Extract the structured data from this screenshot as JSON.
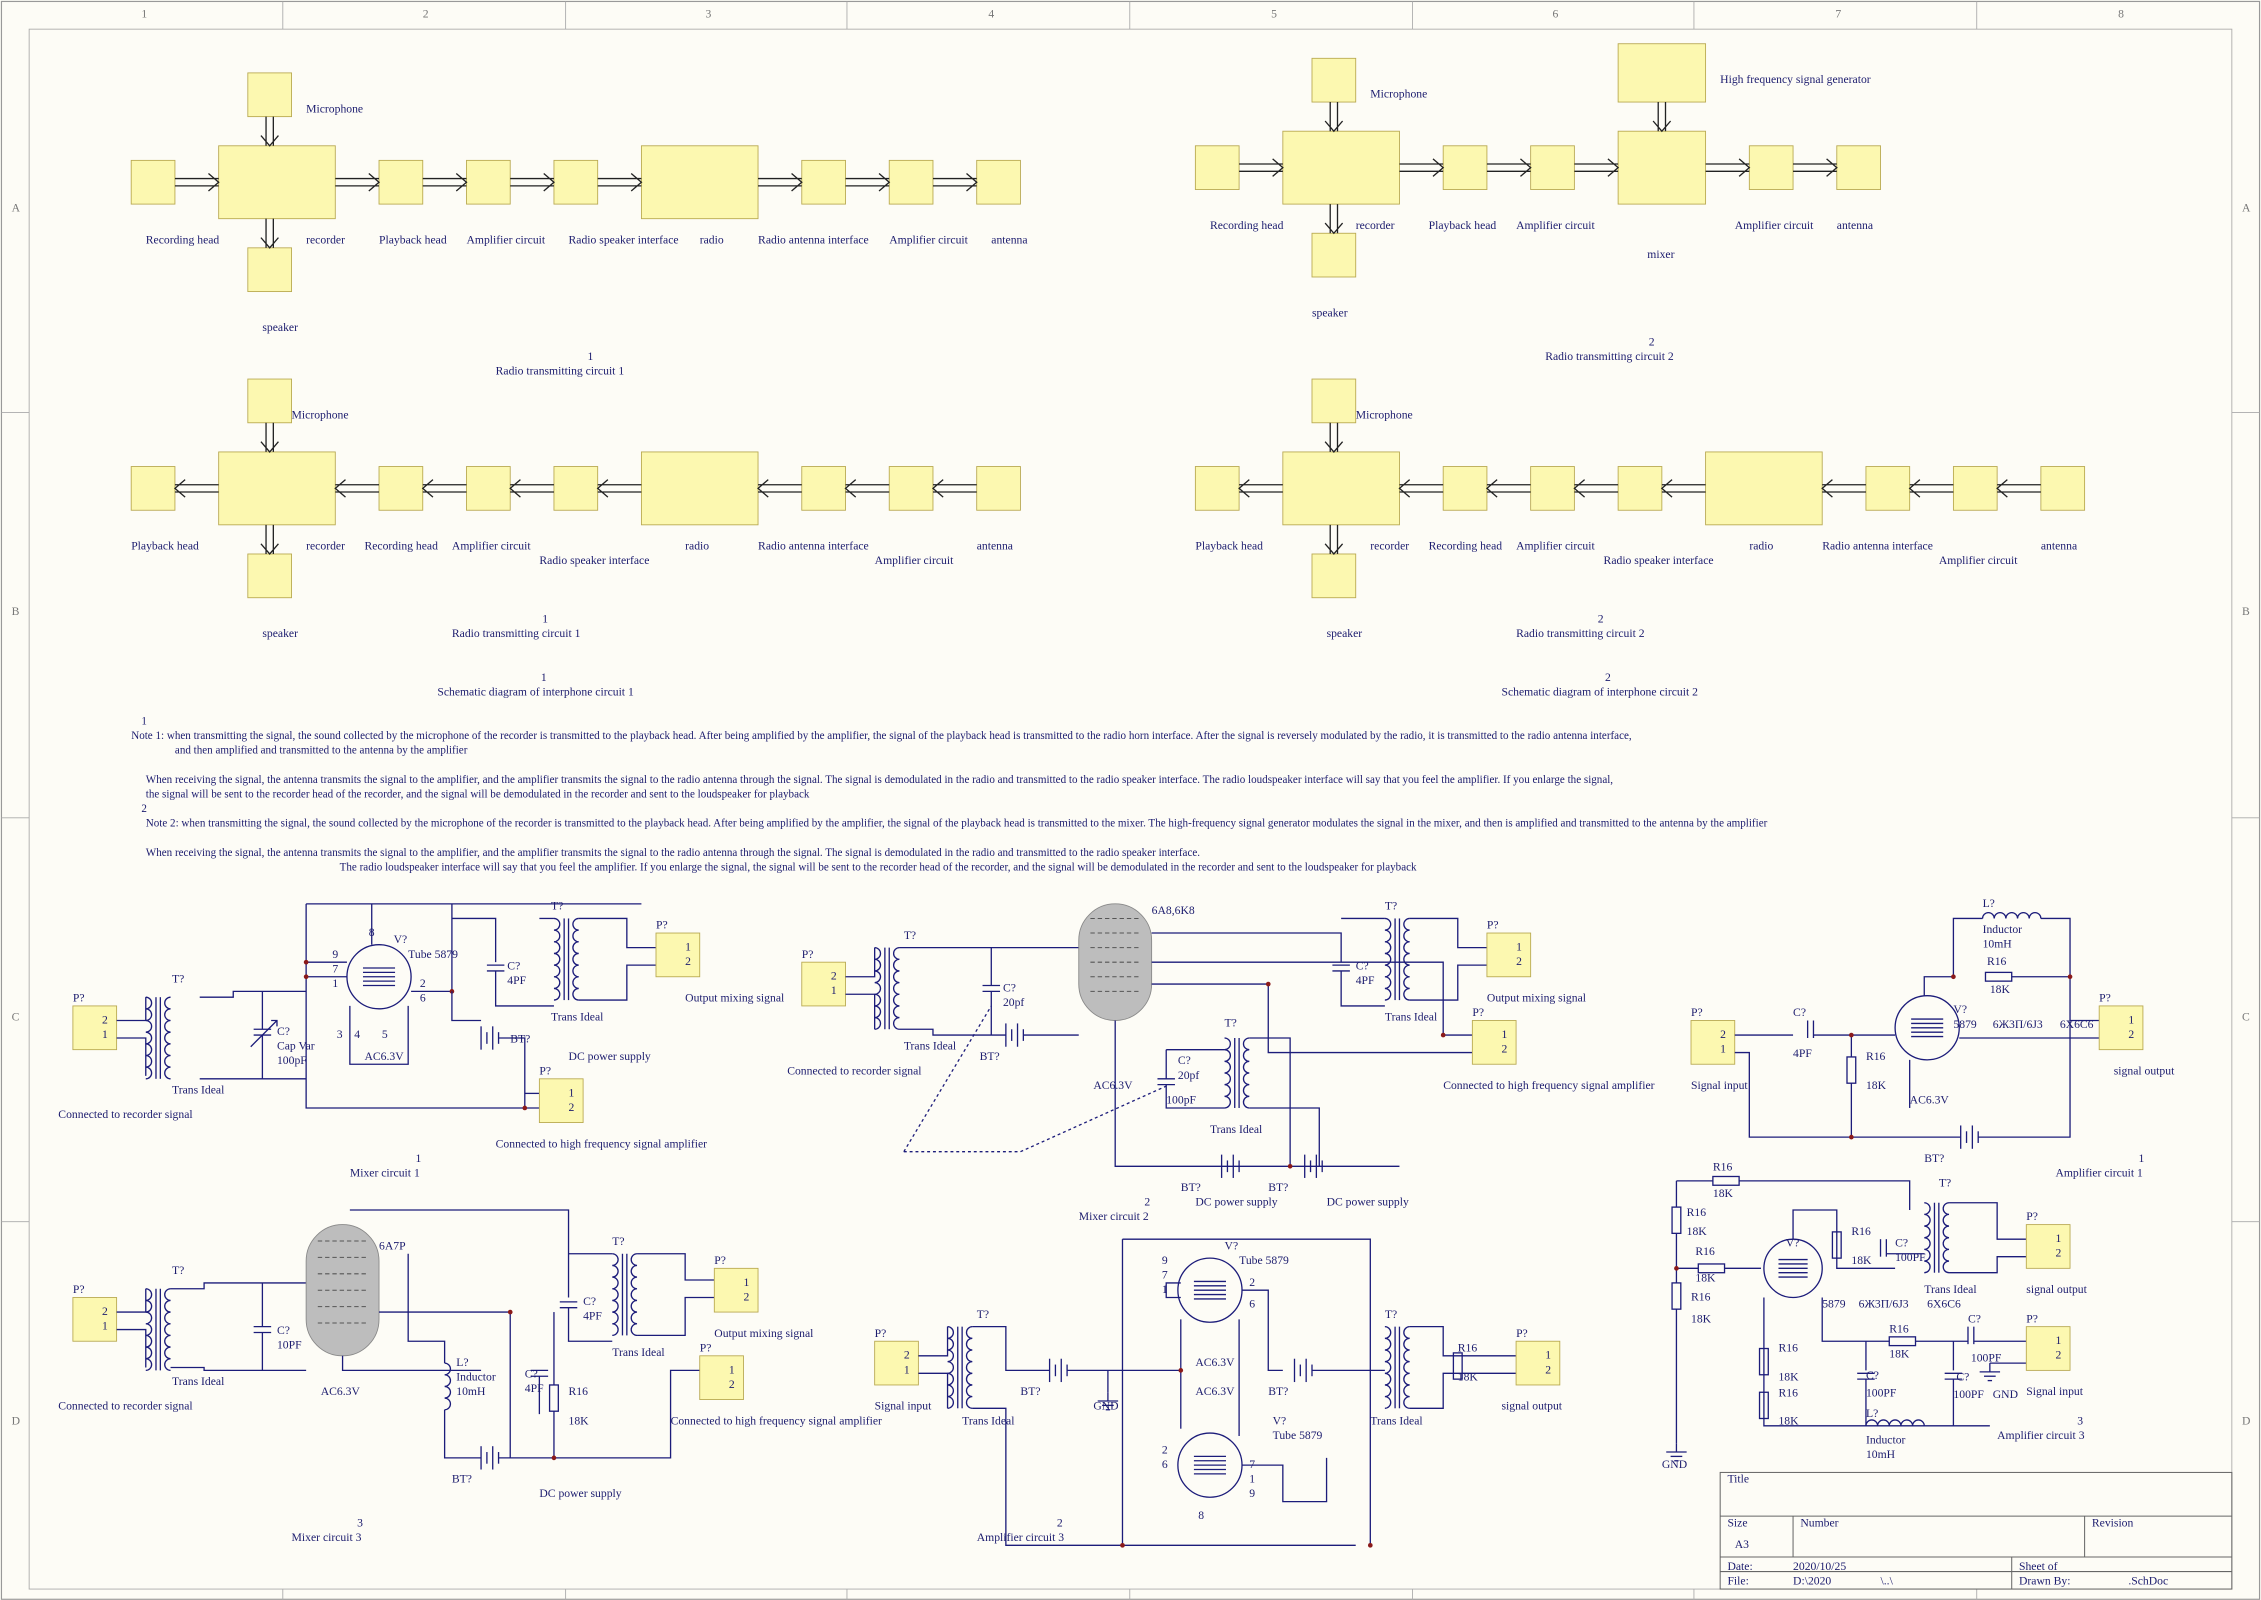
{
  "grid": {
    "cols": [
      "1",
      "2",
      "3",
      "4",
      "5",
      "6",
      "7",
      "8"
    ],
    "rows": [
      "A",
      "B",
      "C",
      "D"
    ]
  },
  "colors": {
    "background": "#fdfcf6",
    "block_fill": "#fcf8b0",
    "wire": "#1c1c7a",
    "junction": "#8b1a1a",
    "tube": "#bdbdbd"
  },
  "diagram1": {
    "labels": [
      "Microphone",
      "Recording head",
      "recorder",
      "Playback head",
      "Amplifier circuit",
      "Radio speaker interface",
      "radio",
      "Radio antenna interface",
      "Amplifier circuit",
      "antenna",
      "speaker",
      "1",
      "Radio transmitting circuit 1"
    ]
  },
  "diagram2": {
    "labels": [
      "Microphone",
      "High frequency signal generator",
      "Recording head",
      "recorder",
      "Playback head",
      "Amplifier circuit",
      "Amplifier circuit",
      "antenna",
      "mixer",
      "speaker",
      "2",
      "Radio transmitting circuit 2"
    ]
  },
  "diagram3": {
    "labels": [
      "Microphone",
      "Playback head",
      "recorder",
      "Recording head",
      "Amplifier circuit",
      "Radio speaker interface",
      "radio",
      "Radio antenna interface",
      "Amplifier circuit",
      "antenna",
      "speaker",
      "1",
      "Radio transmitting circuit 1",
      "1",
      "Schematic diagram of interphone circuit 1"
    ]
  },
  "diagram4": {
    "labels": [
      "Microphone",
      "Playback head",
      "recorder",
      "Recording head",
      "Amplifier circuit",
      "Radio speaker interface",
      "radio",
      "Radio antenna interface",
      "Amplifier circuit",
      "antenna",
      "speaker",
      "2",
      "Radio transmitting circuit 2",
      "2",
      "Schematic diagram of interphone circuit 2"
    ]
  },
  "notes": {
    "lines": [
      "1",
      "Note 1: when transmitting the signal, the sound collected by the microphone of the recorder is transmitted to the playback head. After being amplified by the amplifier, the signal of the playback head is transmitted to the radio horn interface. After the signal is reversely modulated by the radio, it is transmitted to the radio antenna interface,",
      "and then amplified and transmitted to the antenna by the amplifier",
      "When receiving the signal, the antenna transmits the signal to the amplifier, and the amplifier transmits the signal to the radio antenna through the signal. The signal is demodulated in the radio and transmitted to the radio speaker interface. The radio loudspeaker interface will say that you feel the amplifier. If you enlarge the signal,",
      "the signal will be sent to the recorder head of the recorder, and the signal will be demodulated in the recorder and sent to the loudspeaker for playback",
      "2",
      "Note 2: when transmitting the signal, the sound collected by the microphone of the recorder is transmitted to the playback head. After being amplified by the amplifier, the signal of the playback head is transmitted to the mixer. The high-frequency signal generator modulates the signal in the mixer, and then is amplified and transmitted to the antenna by the amplifier",
      "When receiving the signal, the antenna transmits the signal to the amplifier, and the amplifier transmits the signal to the radio antenna through the signal. The signal is demodulated in the radio and transmitted to the radio speaker interface.",
      "The radio loudspeaker interface will say that you feel the amplifier. If you enlarge the signal, the signal will be sent to the recorder head of the recorder, and the signal will be demodulated in the recorder and sent to the loudspeaker for playback"
    ]
  },
  "mixer1": {
    "labels": [
      "P?",
      "2",
      "1",
      "T?",
      "Trans Ideal",
      "Connected to recorder signal",
      "C?",
      "Cap Var",
      "100pF",
      "V?",
      "Tube 5879",
      "9",
      "7",
      "1",
      "2",
      "6",
      "8",
      "3",
      "4",
      "5",
      "AC6.3V",
      "C?",
      "4PF",
      "T?",
      "Trans Ideal",
      "BT?",
      "DC power supply",
      "P?",
      "1",
      "2",
      "Output mixing signal",
      "P?",
      "1",
      "2",
      "Connected to high frequency signal amplifier",
      "1",
      "Mixer circuit 1"
    ]
  },
  "mixer2": {
    "labels": [
      "P?",
      "2",
      "1",
      "T?",
      "Trans Ideal",
      "Connected to recorder signal",
      "C?",
      "20pf",
      "BT?",
      "6A8,6K8",
      "AC6.3V",
      "C?",
      "20pf",
      "100pF",
      "T?",
      "Trans Ideal",
      "C?",
      "4PF",
      "T?",
      "Trans Ideal",
      "P?",
      "1",
      "2",
      "Output mixing signal",
      "P?",
      "1",
      "2",
      "Connected to high frequency signal amplifier",
      "BT?",
      "DC power supply",
      "BT?",
      "DC power supply",
      "2",
      "Mixer circuit 2"
    ]
  },
  "amp1": {
    "labels": [
      "L?",
      "Inductor",
      "10mH",
      "R16",
      "18K",
      "P?",
      "2",
      "1",
      "Signal input",
      "C?",
      "4PF",
      "R16",
      "18K",
      "V?",
      "5879",
      "6Ж3П/6J3",
      "6X6C6",
      "AC6.3V",
      "P?",
      "1",
      "2",
      "signal output",
      "BT?",
      "1",
      "Amplifier circuit 1"
    ]
  },
  "amp3": {
    "labels": [
      "R16",
      "18K",
      "R16",
      "18K",
      "R16",
      "18K",
      "R16",
      "18K",
      "V?",
      "5879",
      "6Ж3П/6J3",
      "6X6C6",
      "R16",
      "18K",
      "C?",
      "100PF",
      "T?",
      "Trans Ideal",
      "P?",
      "1",
      "2",
      "signal output",
      "R16",
      "18K",
      "R16",
      "18K",
      "R16",
      "18K",
      "C?",
      "100PF",
      "C?",
      "100PF",
      "C?",
      "100PF",
      "GND",
      "P?",
      "1",
      "2",
      "Signal input",
      "L?",
      "Inductor",
      "10mH",
      "GND",
      "3",
      "Amplifier circuit 3"
    ]
  },
  "mixer3": {
    "labels": [
      "P?",
      "2",
      "1",
      "T?",
      "Trans Ideal",
      "Connected to recorder signal",
      "C?",
      "10PF",
      "6A7P",
      "AC6.3V",
      "L?",
      "Inductor",
      "10mH",
      "C?",
      "4PF",
      "R16",
      "18K",
      "C?",
      "4PF",
      "T?",
      "Trans Ideal",
      "P?",
      "1",
      "2",
      "Output mixing signal",
      "P?",
      "1",
      "2",
      "Connected to high frequency signal amplifier",
      "BT?",
      "DC power supply",
      "3",
      "Mixer circuit 3"
    ]
  },
  "amp2": {
    "labels": [
      "P?",
      "2",
      "1",
      "Signal input",
      "T?",
      "Trans Ideal",
      "BT?",
      "GND",
      "V?",
      "Tube 5879",
      "9",
      "7",
      "1",
      "2",
      "6",
      "AC6.3V",
      "BT?",
      "AC6.3V",
      "V?",
      "Tube 5879",
      "2",
      "6",
      "7",
      "1",
      "9",
      "8",
      "T?",
      "Trans Ideal",
      "R16",
      "18K",
      "P?",
      "1",
      "2",
      "signal output",
      "2",
      "Amplifier circuit 3"
    ]
  },
  "title_block": {
    "title_label": "Title",
    "size_label": "Size",
    "size_value": "A3",
    "number_label": "Number",
    "revision_label": "Revision",
    "date_label": "Date:",
    "date_value": "2020/10/25",
    "sheet_label": "Sheet    of",
    "file_label": "File:",
    "file_value": "D:\\2020",
    "file_path": "\\..\\",
    "drawn_by_label": "Drawn By:",
    "drawn_by_value": ".SchDoc"
  }
}
